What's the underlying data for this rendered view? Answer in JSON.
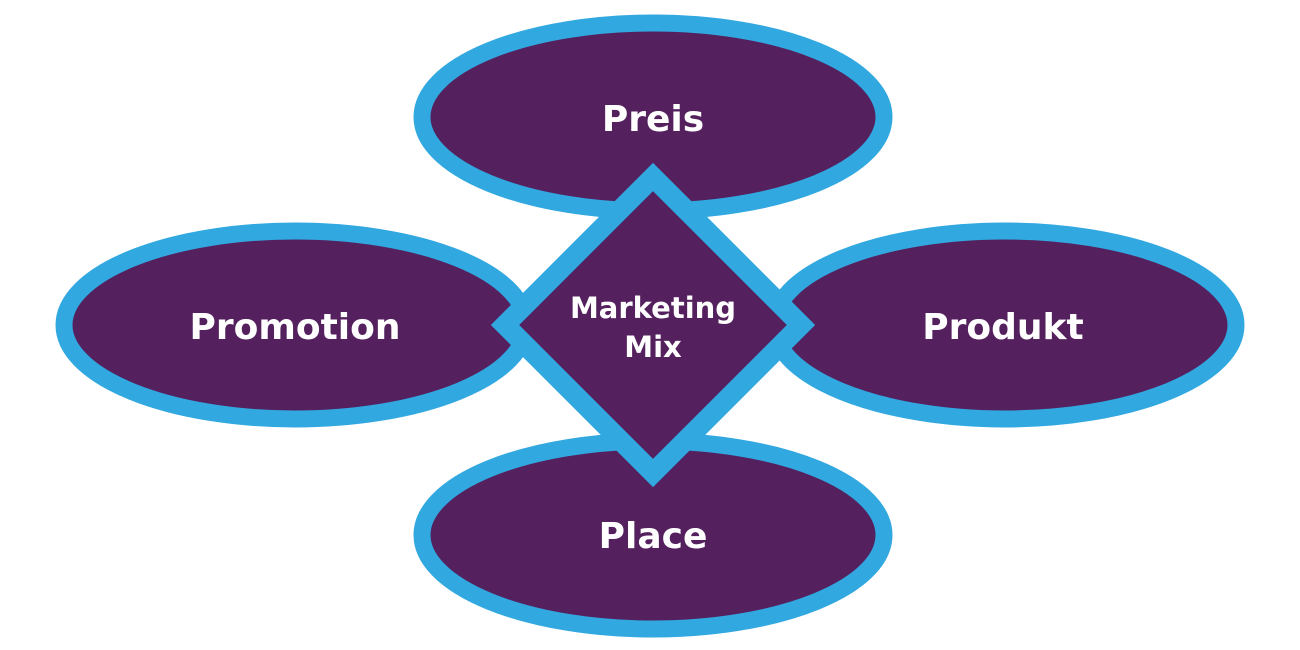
{
  "diagram": {
    "title": "Marketing Mix",
    "colors": {
      "fill": "#54215E",
      "stroke": "#31A8E0",
      "text": "#FFFFFF",
      "background": "#FFFFFF"
    },
    "center": {
      "line1": "Marketing",
      "line2": "Mix"
    },
    "nodes": [
      {
        "id": "preis",
        "label": "Preis",
        "position": "top"
      },
      {
        "id": "promotion",
        "label": "Promotion",
        "position": "left"
      },
      {
        "id": "produkt",
        "label": "Produkt",
        "position": "right"
      },
      {
        "id": "place",
        "label": "Place",
        "position": "bottom"
      }
    ]
  }
}
